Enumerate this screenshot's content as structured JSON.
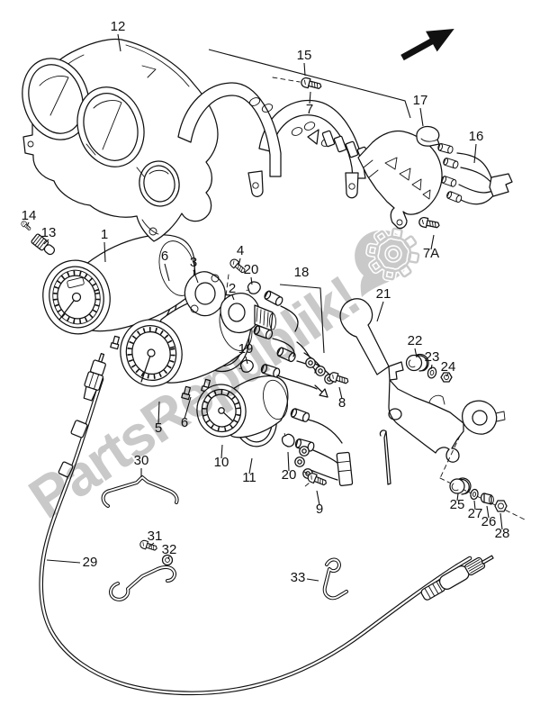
{
  "colors": {
    "background": "#ffffff",
    "line": "#111111",
    "arrow": "#111111",
    "watermark": "#c9c9c9"
  },
  "watermark": {
    "text": "PartsRepublik!"
  },
  "diagram": {
    "part_labels": [
      "12",
      "15",
      "7",
      "17",
      "16",
      "14",
      "13",
      "1",
      "6",
      "3",
      "4",
      "20",
      "2",
      "18",
      "21",
      "7A",
      "22",
      "23",
      "24",
      "19",
      "8",
      "5",
      "6",
      "10",
      "11",
      "30",
      "20",
      "9",
      "25",
      "27",
      "26",
      "28",
      "31",
      "32",
      "29",
      "33"
    ]
  }
}
